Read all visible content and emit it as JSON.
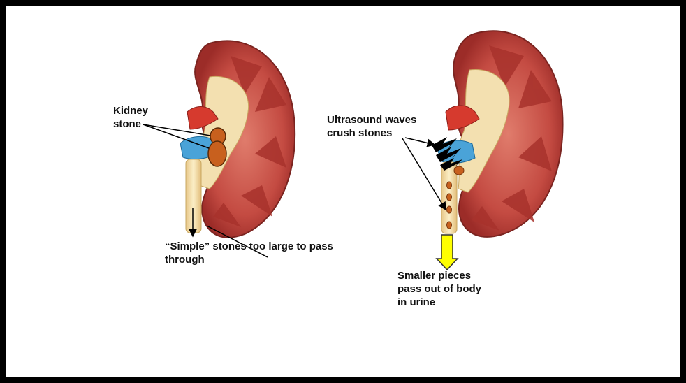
{
  "left_panel": {
    "label_kidney_stone_line1": "Kidney",
    "label_kidney_stone_line2": "stone",
    "label_simple_line1": "“Simple” stones too large to pass",
    "label_simple_line2": "through"
  },
  "right_panel": {
    "label_ultrasound_line1": "Ultrasound waves",
    "label_ultrasound_line2": "crush stones",
    "label_smaller_line1": "Smaller pieces",
    "label_smaller_line2": "pass out of body",
    "label_smaller_line3": "in urine"
  },
  "colors": {
    "cortex": "#c9524a",
    "medulla": "#a8322c",
    "pelvis": "#f3e0b0",
    "vein": "#4aa3d8",
    "artery": "#d63a2e",
    "stone": "#c8601e",
    "arrow_yellow": "#ffff00"
  }
}
